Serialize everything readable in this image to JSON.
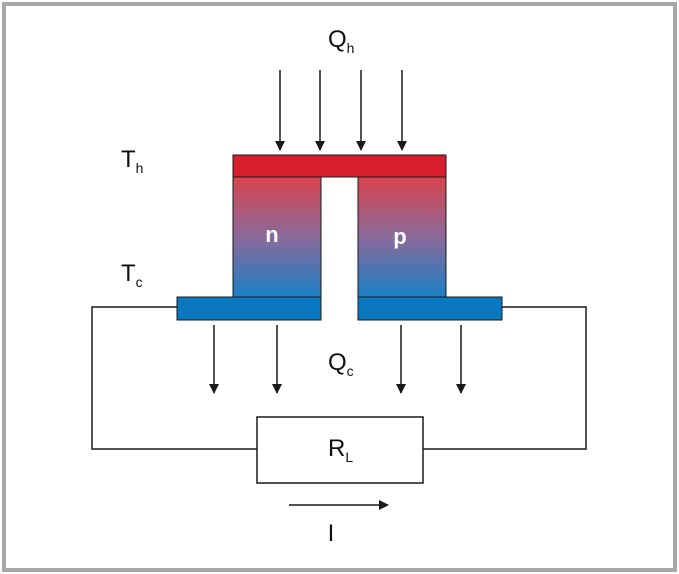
{
  "labels": {
    "q_hot": {
      "main": "Q",
      "sub": "h"
    },
    "t_hot": {
      "main": "T",
      "sub": "h"
    },
    "t_cold": {
      "main": "T",
      "sub": "c"
    },
    "q_cold": {
      "main": "Q",
      "sub": "c"
    },
    "load": {
      "main": "R",
      "sub": "L"
    },
    "current": "I"
  },
  "legs": {
    "n": "n",
    "p": "p"
  },
  "colors": {
    "hot": "#d81e2c",
    "cold": "#0a78c0",
    "frame": "#a7a8aa",
    "line": "#1a1a1a"
  }
}
